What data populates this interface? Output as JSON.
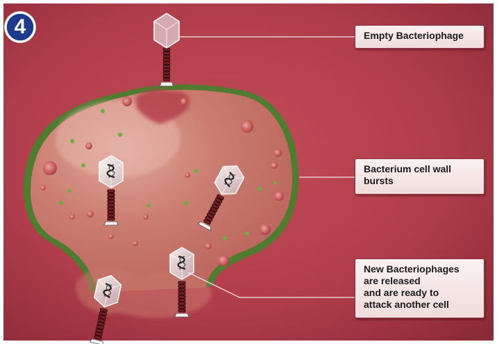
{
  "step": {
    "number": "4"
  },
  "labels": {
    "empty_phage": "Empty Bacteriophage",
    "cell_wall": [
      "Bacterium cell wall",
      "bursts"
    ],
    "new_phages": [
      "New Bacteriophages",
      "are released",
      "and are ready to",
      "attack another cell"
    ]
  },
  "colors": {
    "background": "#b5404e",
    "cell_wall": "#5e8a35",
    "cytoplasm": "#c7786c",
    "badge": "#1d3a8c",
    "label_fill": "#f6e6e6",
    "leader_line": "#f2e6e6"
  },
  "icons": {
    "badge": "step-number-badge",
    "phage": "bacteriophage-icon"
  }
}
